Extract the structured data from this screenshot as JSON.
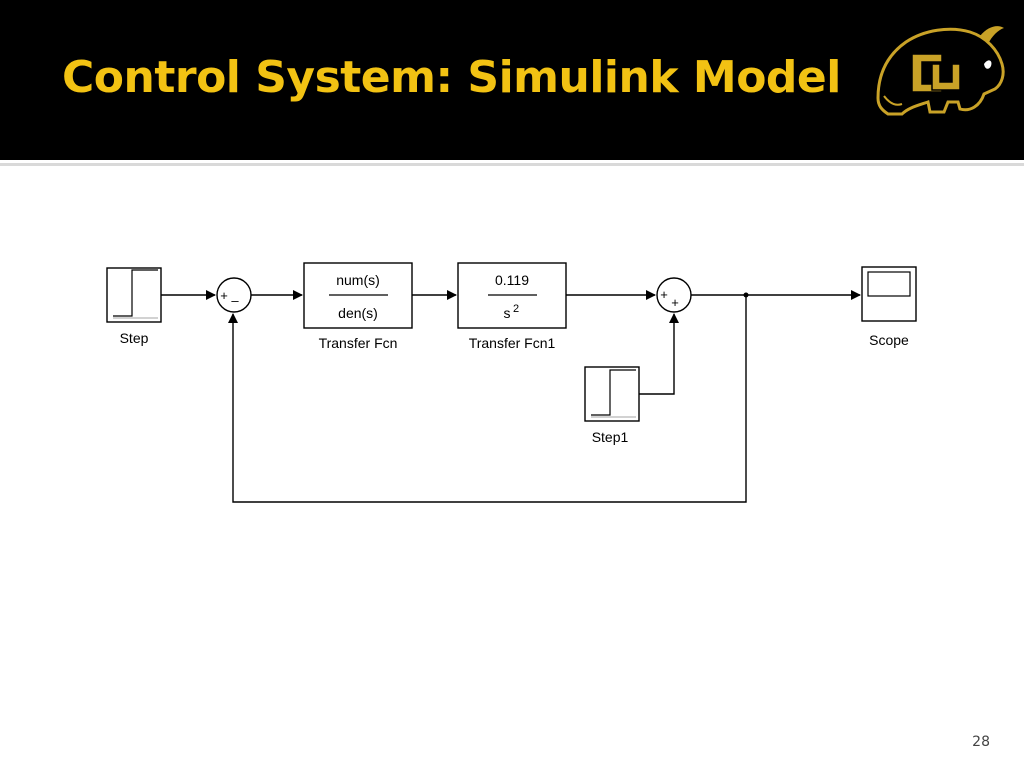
{
  "slide": {
    "title": "Control System: Simulink Model",
    "page_number": "28",
    "title_color": "#f2c213",
    "header_color": "#000000",
    "logo_icon": "cu-buffalo-logo"
  },
  "diagram": {
    "blocks": {
      "step": {
        "label": "Step"
      },
      "step1": {
        "label": "Step1"
      },
      "transfer_fcn": {
        "label": "Transfer Fcn",
        "numerator": "num(s)",
        "denominator": "den(s)"
      },
      "transfer_fcn1": {
        "label": "Transfer Fcn1",
        "numerator": "0.119",
        "denominator": "s",
        "exponent": "2"
      },
      "scope": {
        "label": "Scope"
      }
    },
    "sum1": {
      "plus": "+",
      "minus": "–"
    },
    "sum2": {
      "plus_left": "+",
      "plus_right": "+"
    }
  }
}
